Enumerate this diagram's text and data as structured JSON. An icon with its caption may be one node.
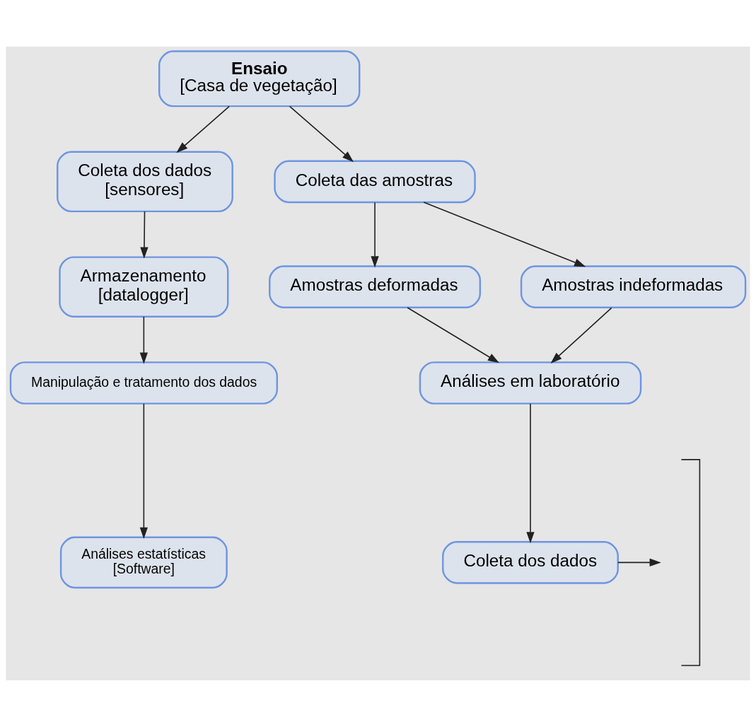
{
  "diagram": {
    "nodes": [
      {
        "text": [
          "Ensaio",
          "[Casa de vegetação]"
        ]
      },
      {
        "text": [
          "Coleta dos dados",
          "[sensores]"
        ]
      },
      {
        "text": [
          "Coleta das amostras"
        ]
      },
      {
        "text": [
          "Armazenamento",
          "[datalogger]"
        ]
      },
      {
        "text": [
          "Amostras deformadas"
        ]
      },
      {
        "text": [
          "Amostras indeformadas"
        ]
      },
      {
        "text": [
          "Manipulação e tratamento dos dados"
        ]
      },
      {
        "text": [],
        "shape": "bracket"
      },
      {
        "text": [
          "Análises em laboratório"
        ]
      },
      {
        "text": [
          "Coleta dos dados"
        ]
      },
      {
        "text": [
          "Análises estatísticas",
          "[Software]"
        ]
      }
    ],
    "edges": [
      {
        "from": 0,
        "to": 1,
        "arrow": "to"
      },
      {
        "from": 0,
        "to": 2,
        "arrow": "to"
      },
      {
        "from": 1,
        "to": 3,
        "arrow": "to"
      },
      {
        "from": 2,
        "to": 4,
        "arrow": "to"
      },
      {
        "from": 2,
        "to": 5,
        "arrow": "to"
      },
      {
        "from": 3,
        "to": 6,
        "arrow": "to"
      },
      {
        "from": 4,
        "to": 8,
        "arrow": "to"
      },
      {
        "from": 5,
        "to": 8,
        "arrow": "to"
      },
      {
        "from": 6,
        "to": 10,
        "arrow": "to"
      },
      {
        "from": 8,
        "to": 9,
        "arrow": "to"
      },
      {
        "from": 9,
        "to": 7,
        "arrow": "to"
      }
    ]
  }
}
